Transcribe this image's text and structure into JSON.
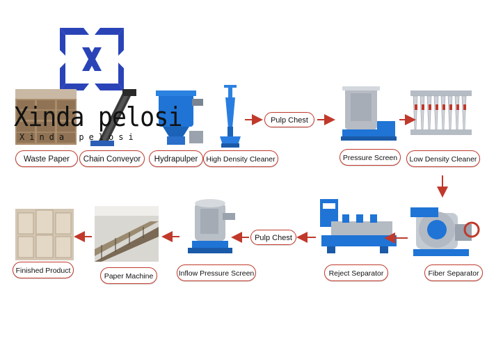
{
  "brand": {
    "name": "Xinda pelosi",
    "subtitle": "Xinda pelosi",
    "logo_color": "#2a44b8"
  },
  "colors": {
    "accent": "#c0392b",
    "machine_blue": "#1a6fd0",
    "machine_gray": "#b9bec6"
  },
  "steps_row1": [
    {
      "label": "Waste Paper"
    },
    {
      "label": "Chain Conveyor"
    },
    {
      "label": "Hydrapulper"
    },
    {
      "label": "High Density Cleaner"
    },
    {
      "label": "Pulp Chest"
    },
    {
      "label": "Pressure Screen"
    },
    {
      "label": "Low Density Cleaner"
    }
  ],
  "steps_row2": [
    {
      "label": "Fiber Separator"
    },
    {
      "label": "Reject Separator"
    },
    {
      "label": "Pulp Chest"
    },
    {
      "label": "Inflow Pressure Screen"
    },
    {
      "label": "Paper Machine"
    },
    {
      "label": "Finished Product"
    }
  ]
}
